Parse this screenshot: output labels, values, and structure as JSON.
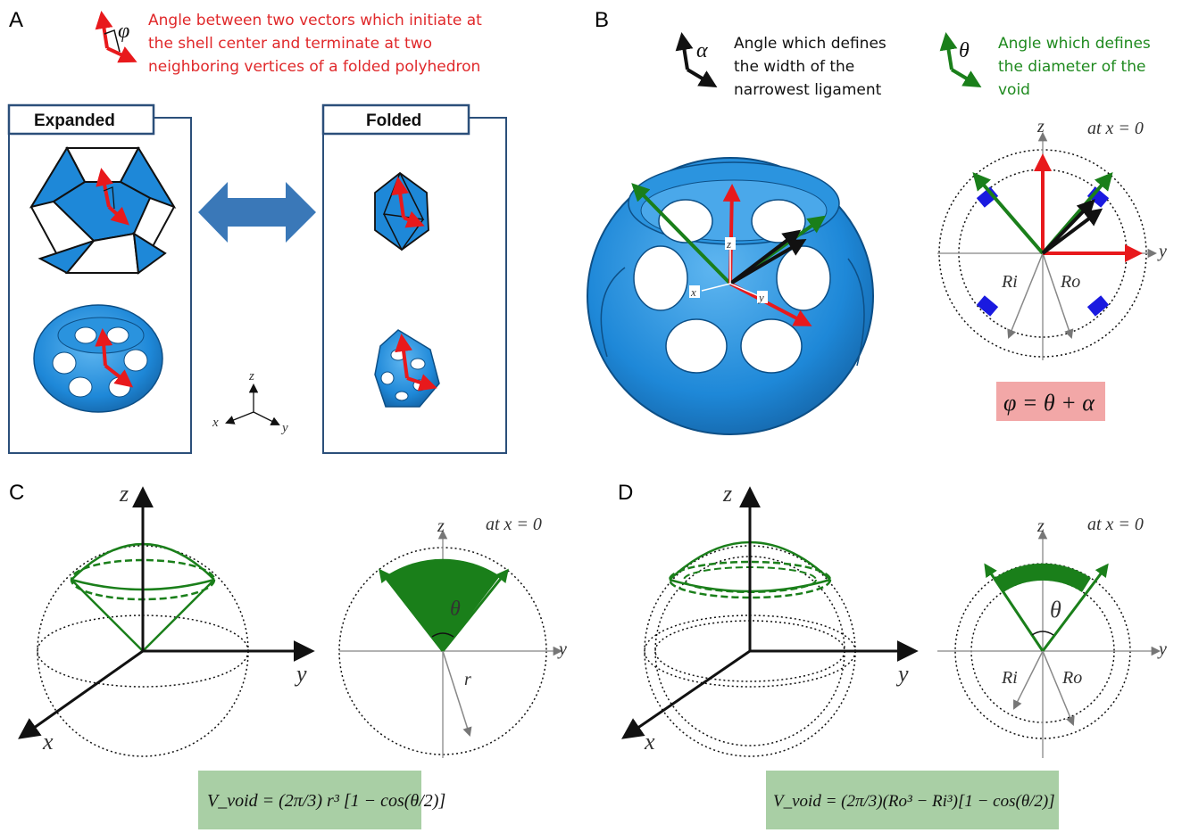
{
  "panels": {
    "a": {
      "letter": "A",
      "phi_symbol": "φ",
      "phi_note": [
        "Angle between two vectors which initiate at",
        "the shell center and terminate at two",
        "neighboring vertices of a folded polyhedron"
      ],
      "expanded_label": "Expanded",
      "folded_label": "Folded",
      "axis": {
        "z": "z",
        "x": "x",
        "y": "y"
      }
    },
    "b": {
      "letter": "B",
      "alpha_symbol": "α",
      "alpha_note": [
        "Angle which defines",
        "the width of the",
        "narrowest ligament"
      ],
      "theta_symbol": "θ",
      "theta_note": [
        "Angle which defines",
        "the diameter of the",
        "void"
      ],
      "model_axis": {
        "z": "z",
        "x": "x",
        "y": "y"
      },
      "at_label": "at  x = 0",
      "axis_z": "z",
      "axis_y": "y",
      "ri": "Ri",
      "ro": "Ro",
      "formula": "φ = θ + α"
    },
    "c": {
      "letter": "C",
      "axis3d": {
        "z": "z",
        "x": "x",
        "y": "y"
      },
      "at_label": "at  x = 0",
      "axis_z": "z",
      "axis_y": "y",
      "theta": "θ",
      "r_label": "r",
      "formula": "V_void = (2π/3) r³ [1 − cos(θ/2)]"
    },
    "d": {
      "letter": "D",
      "axis3d": {
        "z": "z",
        "x": "x",
        "y": "y"
      },
      "at_label": "at  x = 0",
      "axis_z": "z",
      "axis_y": "y",
      "theta": "θ",
      "ri": "Ri",
      "ro": "Ro",
      "formula": "V_void = (2π/3)(Ro³ − Ri³)[1 − cos(θ/2)]"
    }
  },
  "colors": {
    "red_arrow": "#e8191c",
    "green": "#1a7f1a",
    "blue_shell": "#1e88d8",
    "box_border": "#2b4f7a",
    "formula_pink": "#f2a7a7",
    "formula_green": "#a9cfa5"
  }
}
